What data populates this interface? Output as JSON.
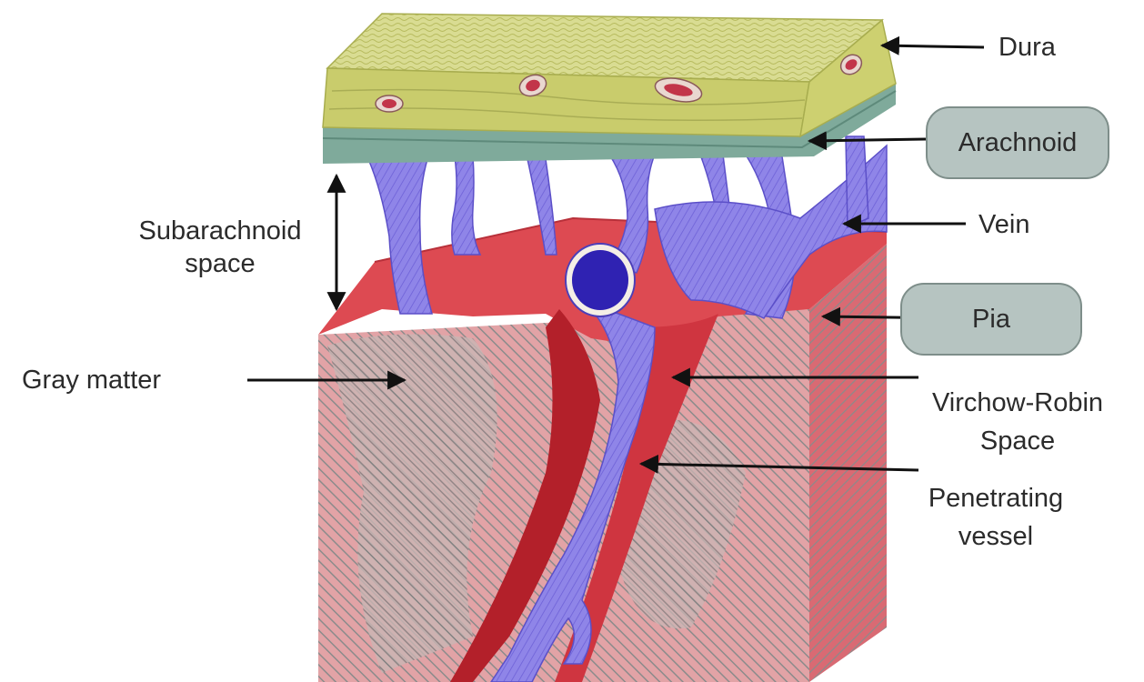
{
  "labels": {
    "dura": "Dura",
    "arachnoid": "Arachnoid",
    "vein": "Vein",
    "pia": "Pia",
    "subarachnoid_line1": "Subarachnoid",
    "subarachnoid_line2": "space",
    "gray_matter": "Gray matter",
    "virchow_line1": "Virchow-Robin",
    "virchow_line2": "Space",
    "penetrating_line1": "Penetrating",
    "penetrating_line2": "vessel"
  },
  "colors": {
    "dura": "#d8d98a",
    "dura_edge": "#b9bd62",
    "arachnoid_layer": "#7fa99a",
    "pia_red": "#d94a55",
    "gray_matter": "#e0a5a8",
    "gray_matter_stripe": "#8a8a8a",
    "vessel_blue": "#8b7fe6",
    "vessel_dark": "#2d1fa8",
    "label_box": "#b6c4c1"
  }
}
